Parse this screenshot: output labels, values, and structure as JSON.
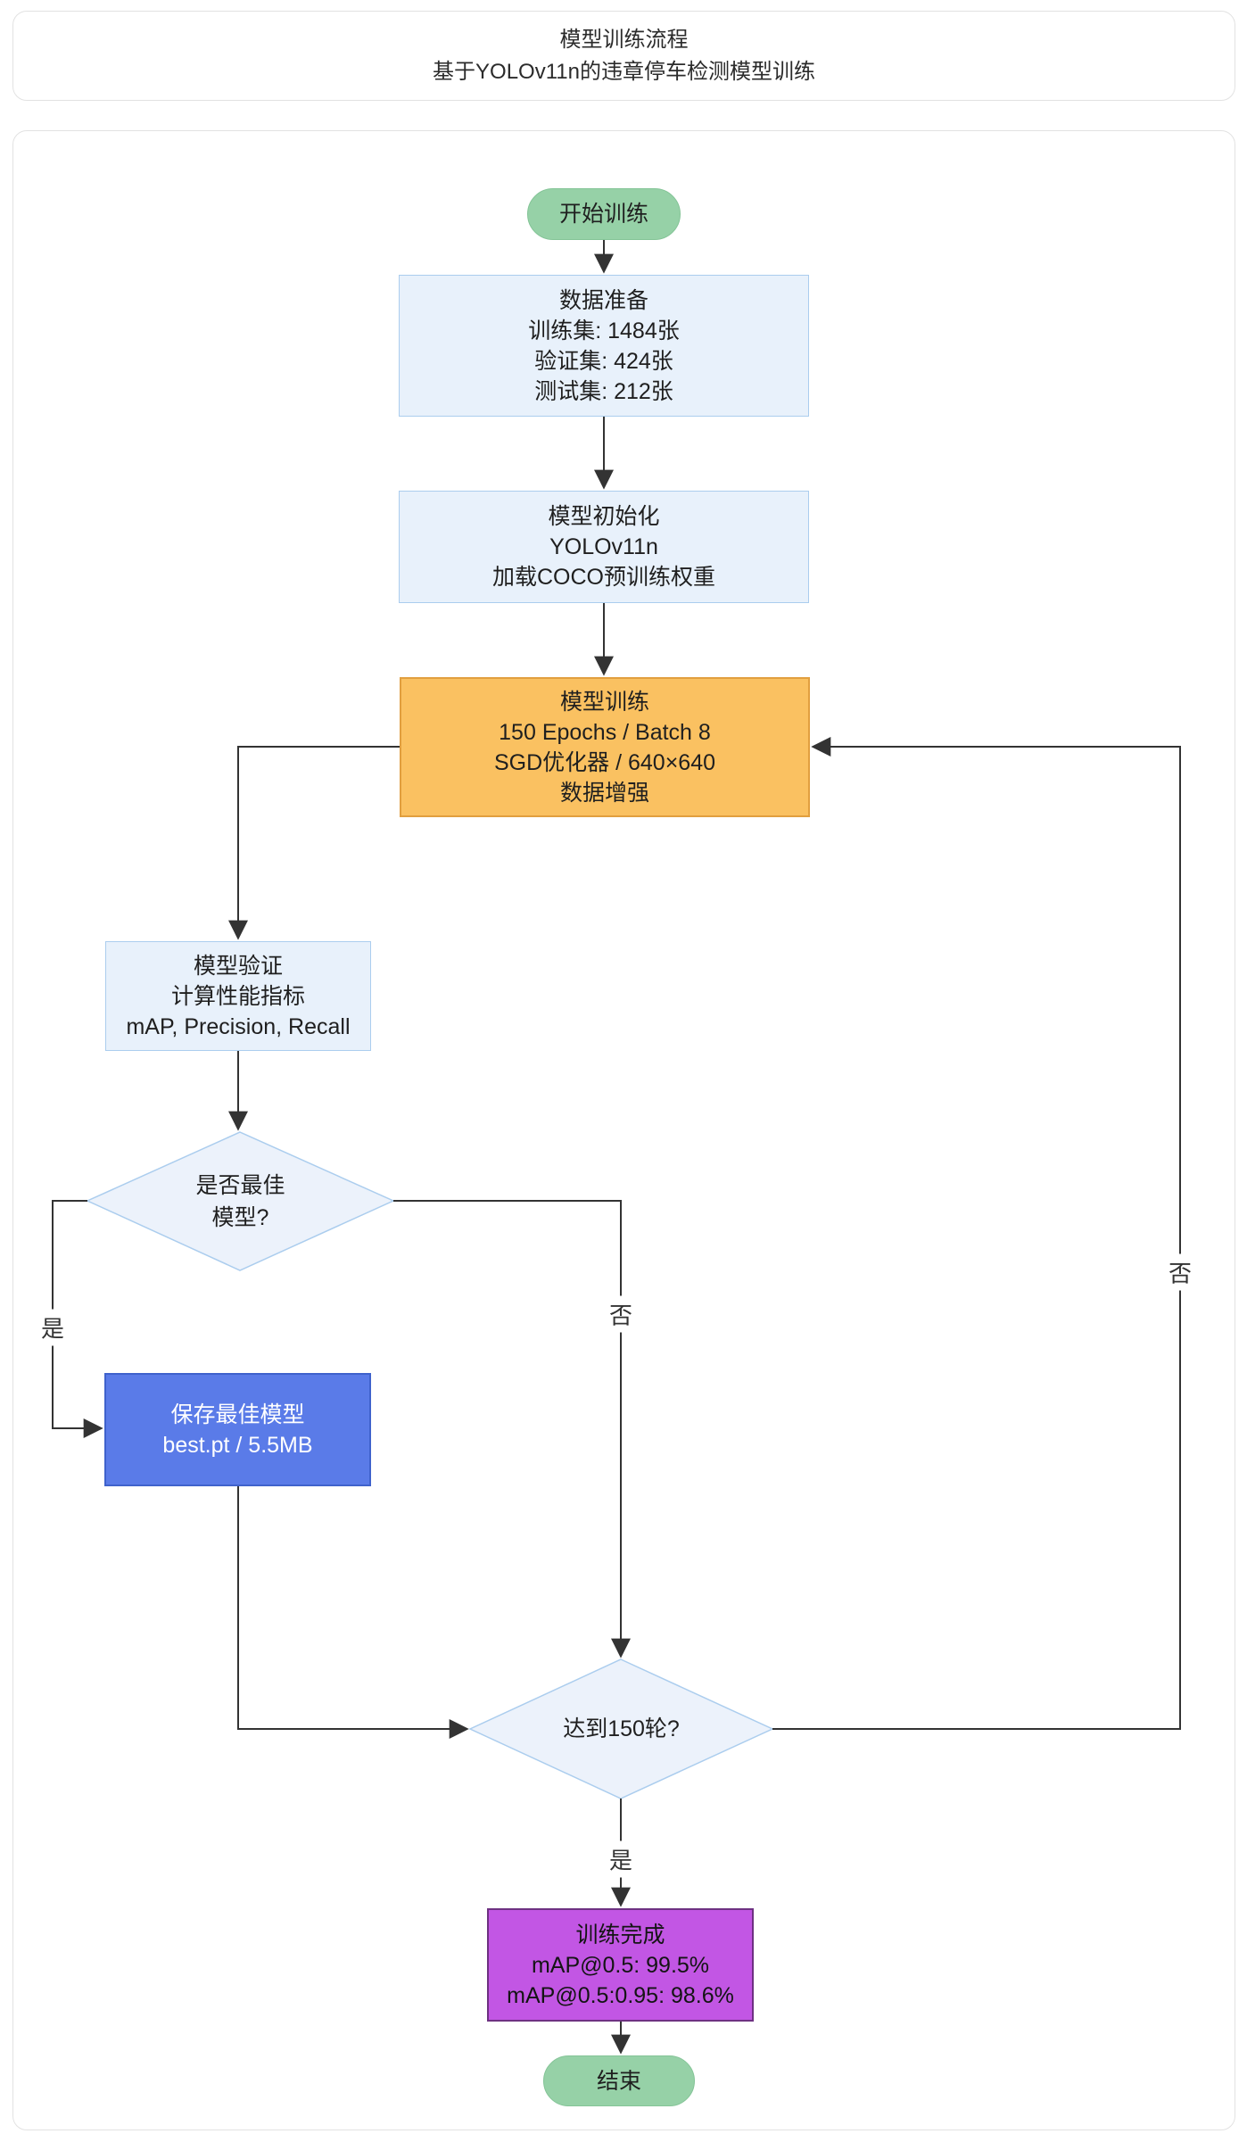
{
  "header": {
    "title": "模型训练流程",
    "subtitle": "基于YOLOv11n的违章停车检测模型训练"
  },
  "flow": {
    "nodes": {
      "start": {
        "label": "开始训练"
      },
      "data_prep": {
        "lines": [
          "数据准备",
          "训练集: 1484张",
          "验证集: 424张",
          "测试集: 212张"
        ]
      },
      "model_init": {
        "lines": [
          "模型初始化",
          "YOLOv11n",
          "加载COCO预训练权重"
        ]
      },
      "training": {
        "lines": [
          "模型训练",
          "150 Epochs / Batch 8",
          "SGD优化器 / 640×640",
          "数据增强"
        ]
      },
      "validation": {
        "lines": [
          "模型验证",
          "计算性能指标",
          "mAP, Precision, Recall"
        ]
      },
      "best_decision": {
        "lines": [
          "是否最佳",
          "模型?"
        ]
      },
      "save_best": {
        "lines": [
          "保存最佳模型",
          "best.pt / 5.5MB"
        ]
      },
      "epoch_decision": {
        "label": "达到150轮?"
      },
      "complete": {
        "lines": [
          "训练完成",
          "mAP@0.5: 99.5%",
          "mAP@0.5:0.95: 98.6%"
        ]
      },
      "end": {
        "label": "结束"
      }
    },
    "edge_labels": {
      "best_yes": "是",
      "best_no": "否",
      "epoch_no": "否",
      "epoch_yes": "是"
    },
    "colors": {
      "start_end_fill": "#96d1a7",
      "process_fill": "#e8f1fb",
      "process_stroke": "#abcdee",
      "training_fill": "#fac161",
      "save_fill": "#5a7be8",
      "complete_fill": "#c256e4",
      "edge_stroke": "#333333"
    }
  }
}
